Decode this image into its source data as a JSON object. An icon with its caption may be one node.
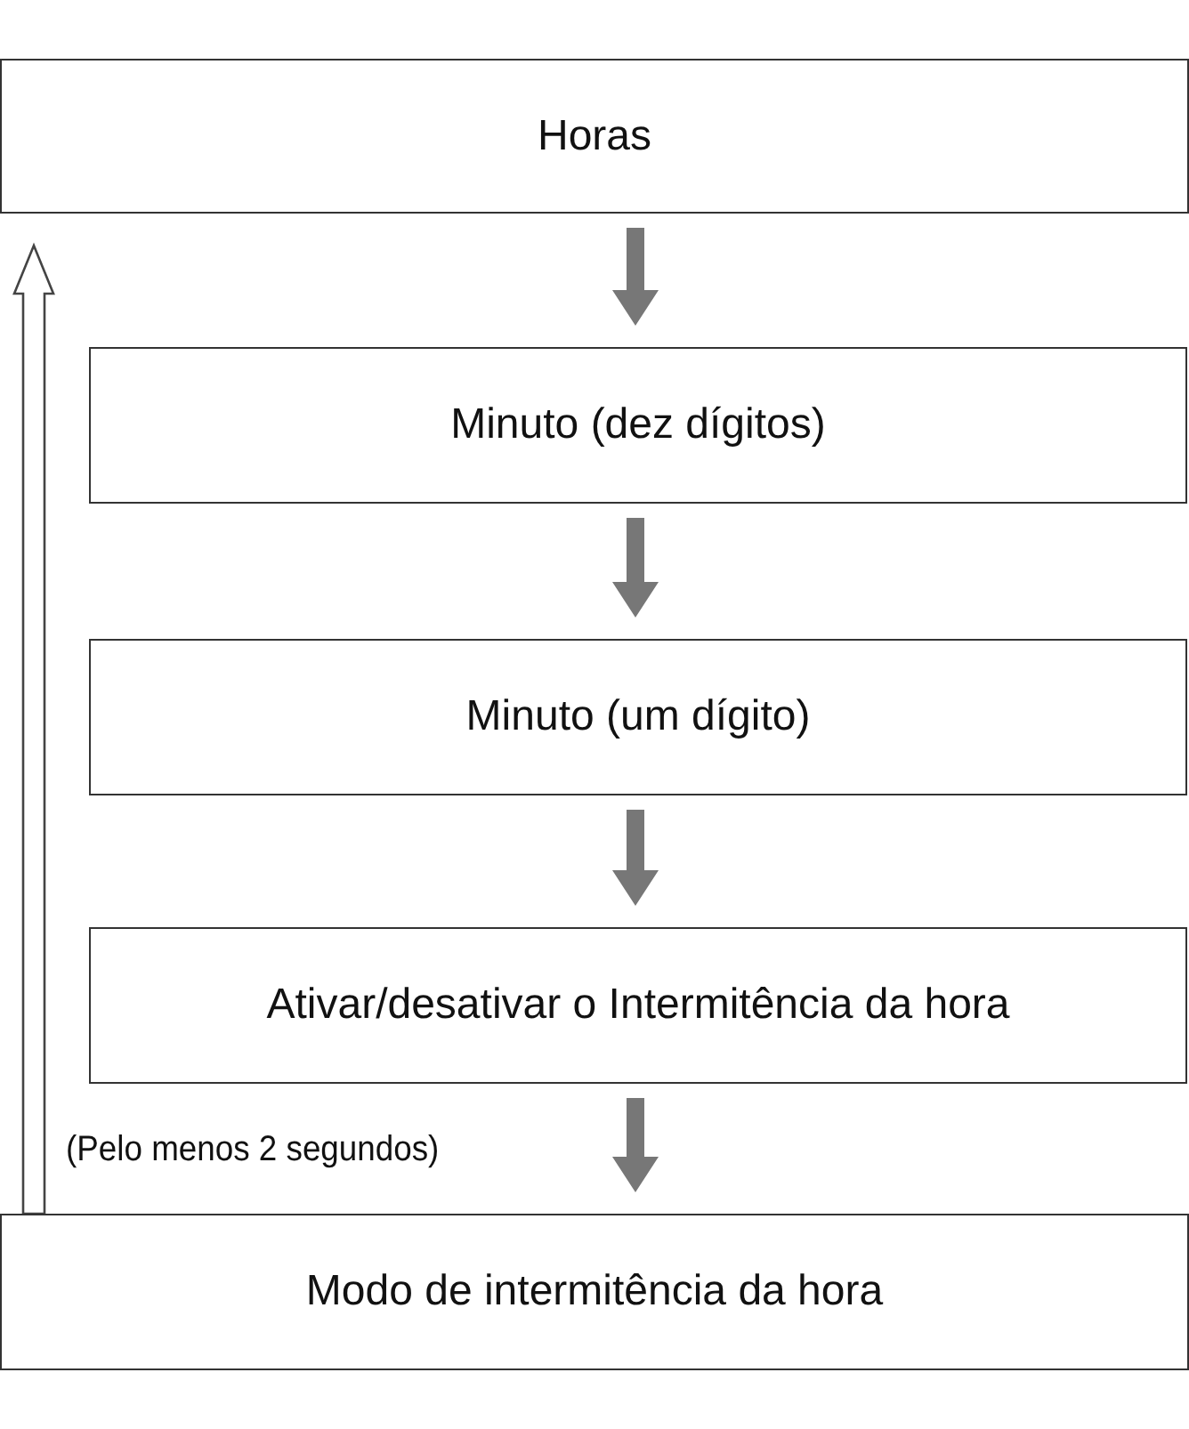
{
  "diagram": {
    "nodes": [
      {
        "text": [
          "Horas"
        ]
      },
      {
        "text": [
          "Minuto (dez dígitos)"
        ]
      },
      {
        "text": [
          "Minuto (um dígito)"
        ]
      },
      {
        "text": [
          "Ativar/desativar o Intermitência da hora"
        ]
      },
      {
        "text": [
          "Modo de intermitência da hora"
        ]
      }
    ],
    "edges": [
      {
        "from": 0,
        "to": 1,
        "arrow": "to"
      },
      {
        "from": 1,
        "to": 2,
        "arrow": "to"
      },
      {
        "from": 2,
        "to": 3,
        "arrow": "to"
      },
      {
        "from": 3,
        "to": 4,
        "arrow": "to"
      },
      {
        "from": 4,
        "to": 0,
        "arrow": "to",
        "color": "#ffffff"
      }
    ],
    "labels": [
      "(Pelo menos 2 segundos)"
    ]
  }
}
